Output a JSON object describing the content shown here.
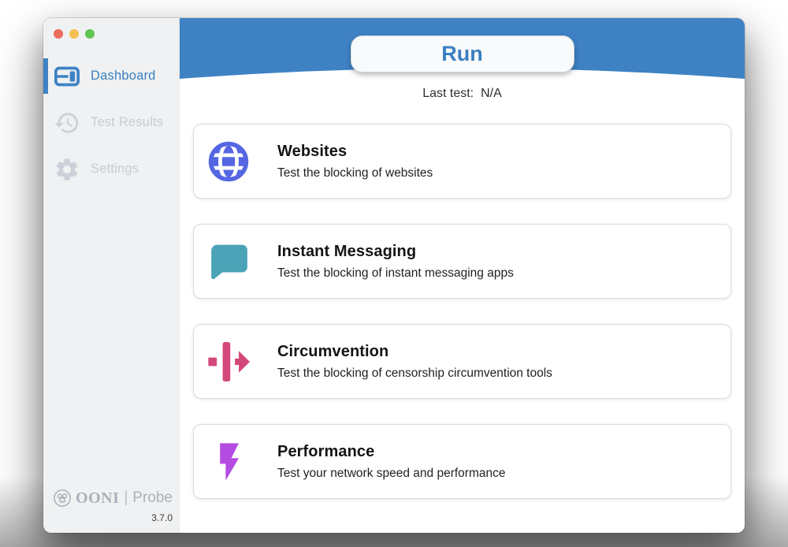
{
  "window_controls": {
    "close": "close-button",
    "minimize": "minimize-button",
    "zoom": "zoom-button"
  },
  "sidebar": {
    "items": [
      {
        "label": "Dashboard",
        "icon": "dashboard-icon",
        "active": true
      },
      {
        "label": "Test Results",
        "icon": "history-icon",
        "active": false
      },
      {
        "label": "Settings",
        "icon": "gear-icon",
        "active": false
      }
    ],
    "logo": {
      "ooni": "OONI",
      "divider": "|",
      "probe": "Probe",
      "icon": "ooni-logo-icon"
    },
    "version": "3.7.0"
  },
  "header": {
    "run_label": "Run",
    "last_test_label": "Last test:",
    "last_test_value": "N/A"
  },
  "cards": [
    {
      "title": "Websites",
      "description": "Test the blocking of websites",
      "icon": "globe-icon",
      "color": "#5566e2"
    },
    {
      "title": "Instant Messaging",
      "description": "Test the blocking of instant messaging apps",
      "icon": "chat-bubble-icon",
      "color": "#4aa3b6"
    },
    {
      "title": "Circumvention",
      "description": "Test the blocking of censorship circumvention tools",
      "icon": "circumvention-arrow-icon",
      "color": "#d3487a"
    },
    {
      "title": "Performance",
      "description": "Test your network speed and performance",
      "icon": "lightning-icon",
      "color": "#b54ce2"
    }
  ],
  "colors": {
    "header_blue": "#3e82c4",
    "active_text_blue": "#3b7fc0",
    "sidebar_bg": "#eff1f2",
    "inactive_gray": "#c6ccd4",
    "traffic_red": "#ed6a5e",
    "traffic_yellow": "#f4bf4f",
    "traffic_green": "#61c554"
  }
}
